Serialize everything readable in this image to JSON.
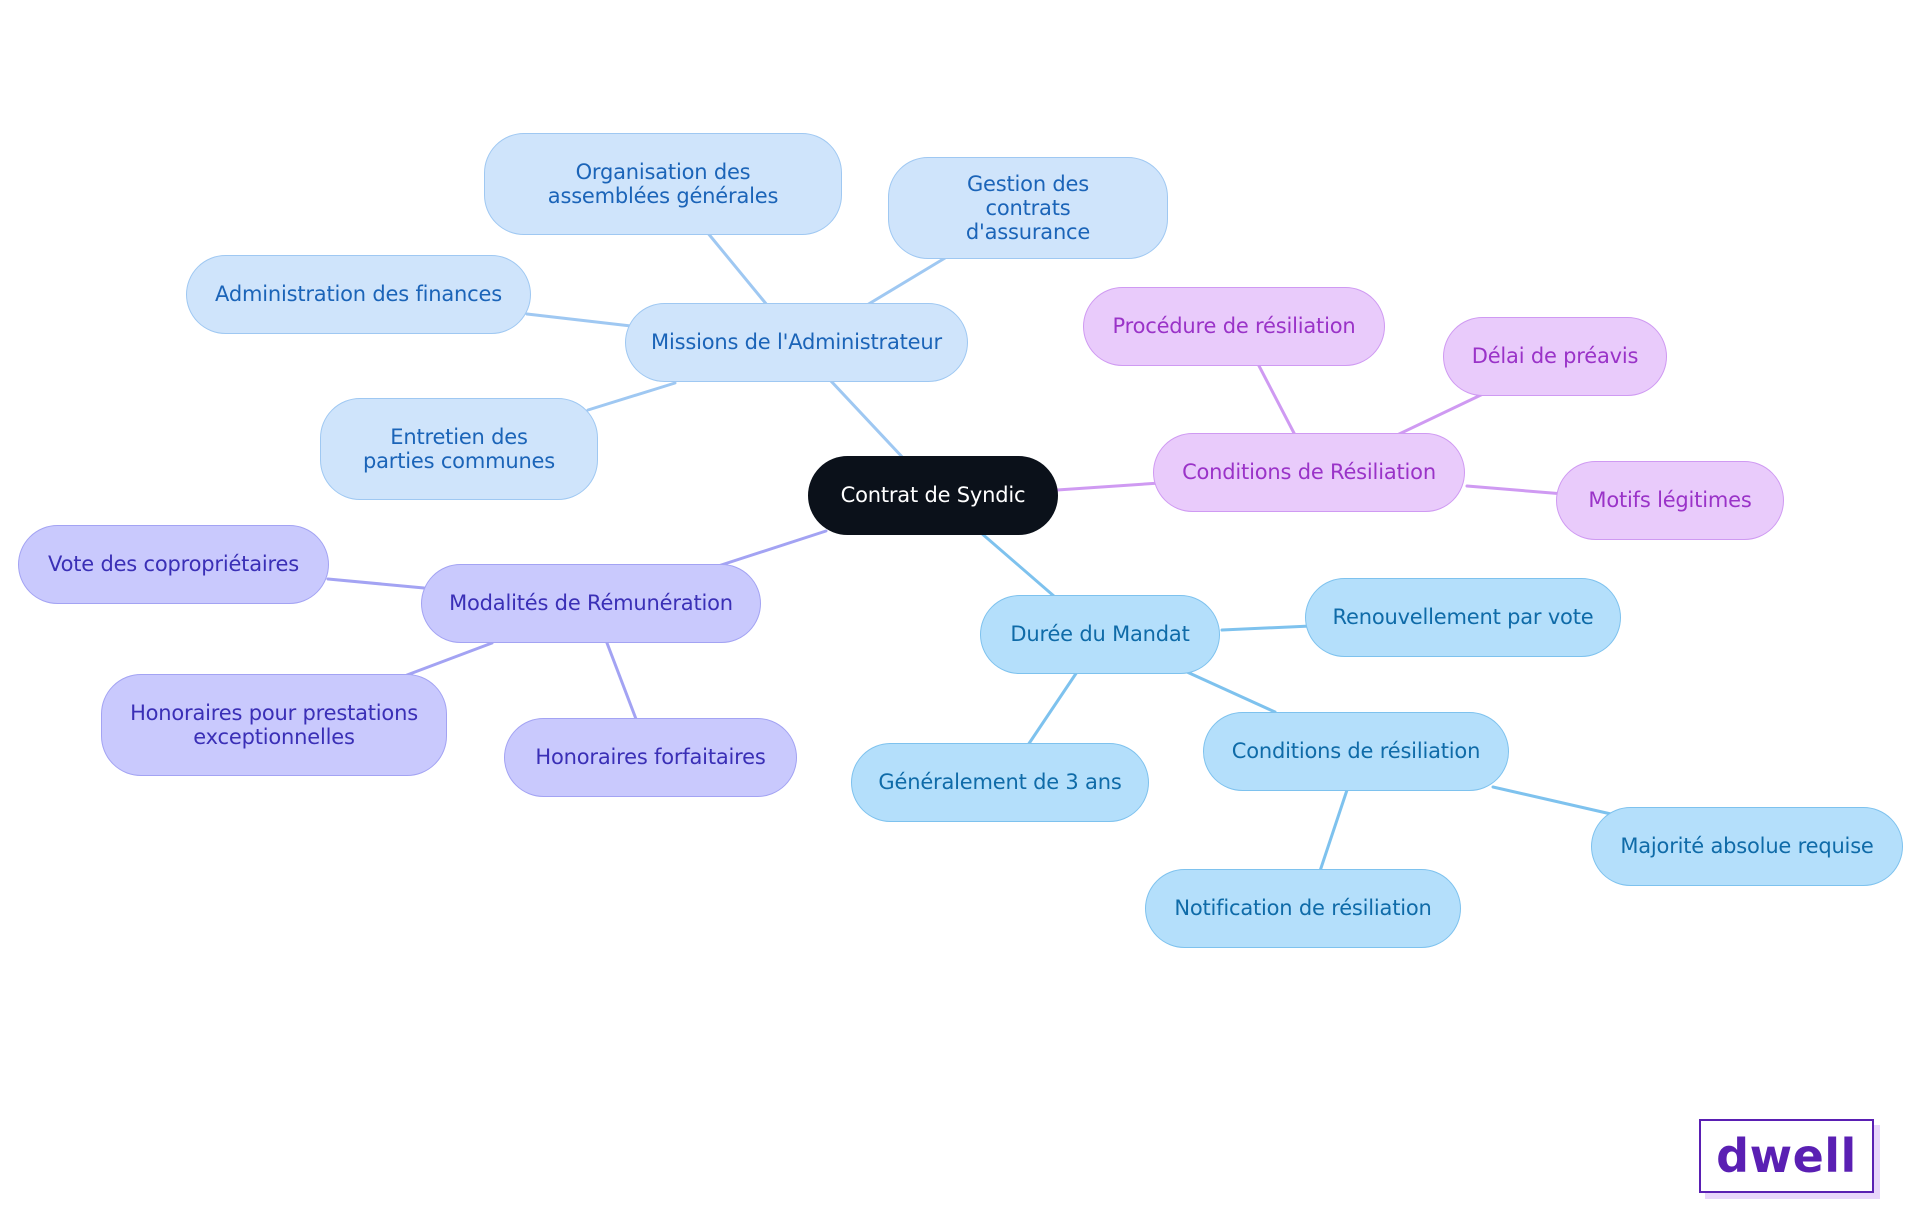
{
  "colors": {
    "root": "#0b111a",
    "admin_branch": "#9fc8f2",
    "resiliation_branch": "#cf9af2",
    "duree_branch": "#7ec2ee",
    "remuneration_branch": "#a3a3f3",
    "logo": "#5a1fb3"
  },
  "mindmap": {
    "root": "Contrat de Syndic",
    "missions": {
      "label": "Missions de l'Administrateur",
      "assemblees": "Organisation des assemblées générales",
      "assurance": "Gestion des contrats d'assurance",
      "finances": "Administration des finances",
      "entretien": "Entretien des parties communes"
    },
    "resiliation": {
      "label": "Conditions de Résiliation",
      "procedure": "Procédure de résiliation",
      "delai": "Délai de préavis",
      "motifs": "Motifs légitimes"
    },
    "duree": {
      "label": "Durée du Mandat",
      "renouvellement": "Renouvellement par vote",
      "generalement": "Généralement de 3 ans",
      "conditions": {
        "label": "Conditions de résiliation",
        "majorite": "Majorité absolue requise",
        "notification": "Notification de résiliation"
      }
    },
    "remuneration": {
      "label": "Modalités de Rémunération",
      "vote": "Vote des copropriétaires",
      "exceptionnelles": "Honoraires pour prestations exceptionnelles",
      "forfaitaires": "Honoraires forfaitaires"
    }
  },
  "logo": {
    "text": "dwell"
  }
}
